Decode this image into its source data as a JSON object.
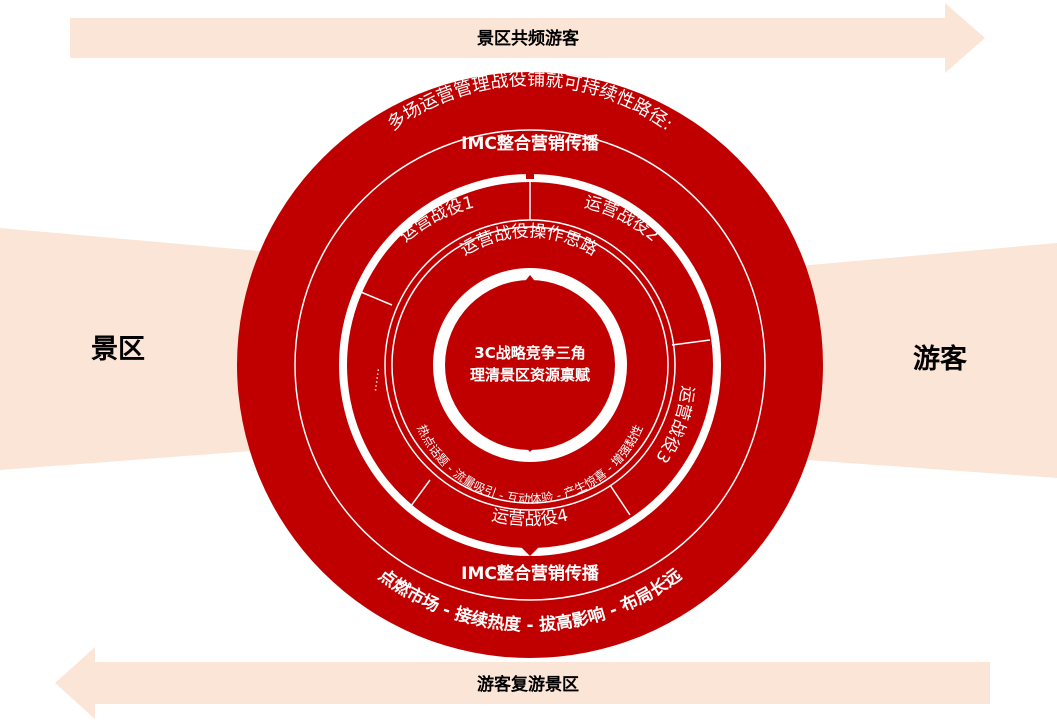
{
  "top_arrow": {
    "label": "景区共频游客"
  },
  "bottom_arrow": {
    "label": "游客复游景区"
  },
  "left_side": {
    "label": "景区"
  },
  "right_side": {
    "label": "游客"
  },
  "outer_ring": {
    "arc_text": "多场运营管理战役铺就可持续性路径:",
    "top_label": "IMC整合营销传播",
    "bottom_label": "IMC整合营销传播",
    "bottom_arc_text": "点燃市场 - 接续热度 - 拔高影响 - 布局长远"
  },
  "battle_ring": {
    "battles": [
      "运营战役1",
      "运营战役2",
      "运营战役3",
      "运营战役4"
    ],
    "ellipsis": "……"
  },
  "inner_ring": {
    "title": "运营战役操作思路",
    "steps_text": "热点话题 - 流量吸引 - 互动体验 - 产生惊喜 - 增强黏性"
  },
  "core": {
    "line1": "3C战略竞争三角",
    "line2": "理清景区资源禀赋"
  },
  "colors": {
    "red": "#c00000",
    "light_band": "#fbe5d6",
    "white": "#ffffff"
  }
}
